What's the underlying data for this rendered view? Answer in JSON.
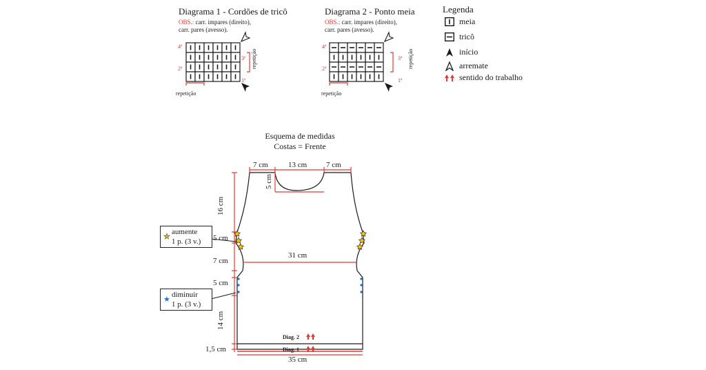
{
  "diagram1": {
    "title": "Diagrama 1 - Cordões de tricô",
    "obs_label": "OBS.:",
    "obs_line1": " carr. impares (direito),",
    "obs_line2": "carr. pares (avesso).",
    "row_labels": [
      "4ª",
      "3ª",
      "2ª",
      "1ª"
    ],
    "repeat_bottom": "repetição",
    "repeat_side": "repetição"
  },
  "diagram2": {
    "title": "Diagrama 2 - Ponto meia",
    "obs_label": "OBS.:",
    "obs_line1": " carr. impares (direito),",
    "obs_line2": "carr. pares (avesso).",
    "row_labels": [
      "4ª",
      "3ª",
      "2ª",
      "1ª"
    ],
    "repeat_bottom": "repetição",
    "repeat_side": "repetição"
  },
  "legend": {
    "title": "Legenda",
    "items": [
      {
        "icon": "knit-stitch-icon",
        "label": "meia"
      },
      {
        "icon": "purl-stitch-icon",
        "label": "tricô"
      },
      {
        "icon": "start-arrow-icon",
        "label": "início"
      },
      {
        "icon": "bind-off-arrow-icon",
        "label": "arremate"
      },
      {
        "icon": "work-direction-arrows-icon",
        "label": "sentido do trabalho"
      }
    ]
  },
  "schema": {
    "title_line1": "Esquema de medidas",
    "title_line2": "Costas = Frente",
    "top_left": "7 cm",
    "top_mid": "13 cm",
    "top_right": "7 cm",
    "neck_depth": "5 cm",
    "h_16": "16 cm",
    "h_5a": "5 cm",
    "h_7": "7 cm",
    "h_5b": "5 cm",
    "h_14": "14 cm",
    "h_15": "1,5 cm",
    "width_31": "31 cm",
    "width_35": "35 cm",
    "diag2": "Diag. 2",
    "diag1": "Diag. 1",
    "callout_increase_1": "aumente",
    "callout_increase_2": "1 p. (3 v.)",
    "callout_decrease_1": "diminuir",
    "callout_decrease_2": "1 p. (3 v.)"
  },
  "colors": {
    "red": "#e53935",
    "line": "#1a1a1a",
    "star_increase": "#f2c200",
    "star_decrease": "#1e73d8"
  }
}
